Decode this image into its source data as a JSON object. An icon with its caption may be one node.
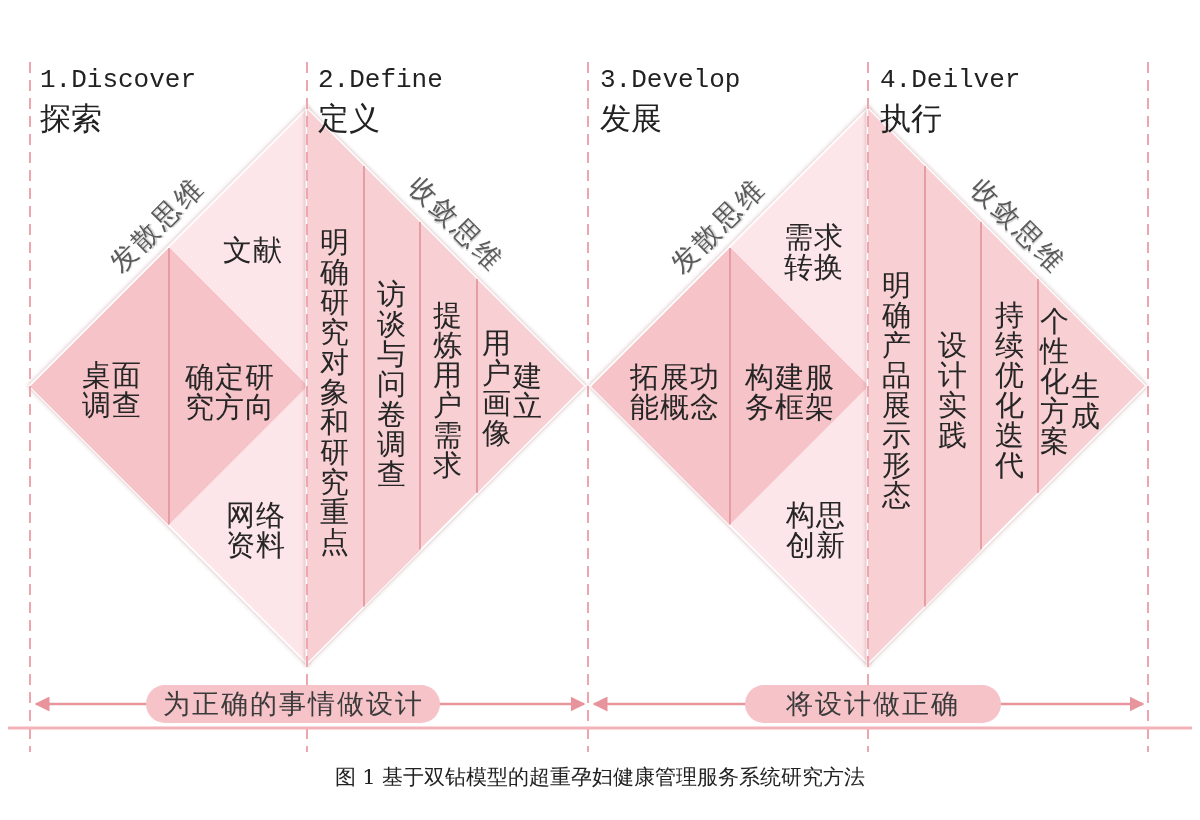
{
  "diagram": {
    "caption": "图 1 基于双钻模型的超重孕妇健康管理服务系统研究方法",
    "nodes": [
      {
        "text": [
          "发散思维"
        ]
      },
      {
        "text": [
          "文献"
        ],
        "in": 0
      },
      {
        "text": [
          "桌面调查"
        ],
        "in": 0
      },
      {
        "text": [
          "确定研究方向"
        ],
        "in": 0
      },
      {
        "text": [
          "网络资料"
        ],
        "in": 0
      },
      {
        "text": [
          "收敛思维"
        ]
      },
      {
        "text": [
          "明确研究对象和研究重点"
        ],
        "in": 5
      },
      {
        "text": [
          "访谈与问卷调查"
        ],
        "in": 5
      },
      {
        "text": [
          "提炼用户需求"
        ],
        "in": 5
      },
      {
        "text": [
          "建立用户画像"
        ],
        "in": 5
      },
      {
        "text": [
          "发散思维"
        ]
      },
      {
        "text": [
          "需求转换"
        ],
        "in": 10
      },
      {
        "text": [
          "拓展功能概念"
        ],
        "in": 10
      },
      {
        "text": [
          "构建服务框架"
        ],
        "in": 10
      },
      {
        "text": [
          "构思创新"
        ],
        "in": 10
      },
      {
        "text": [
          "收敛思维"
        ]
      },
      {
        "text": [
          "明确产品展示形态"
        ],
        "in": 15
      },
      {
        "text": [
          "设计实践"
        ],
        "in": 15
      },
      {
        "text": [
          "持续优化迭代"
        ],
        "in": 15
      },
      {
        "text": [
          "生成个性化方案"
        ],
        "in": 15
      },
      {
        "text": [
          "为正确的事情做设计"
        ]
      },
      {
        "text": [
          "将设计做正确"
        ]
      }
    ],
    "labels": [
      "1.Discover",
      "探索",
      "2.Define",
      "定义",
      "3.Develop",
      "发展",
      "4.Deilver",
      "执行"
    ]
  }
}
